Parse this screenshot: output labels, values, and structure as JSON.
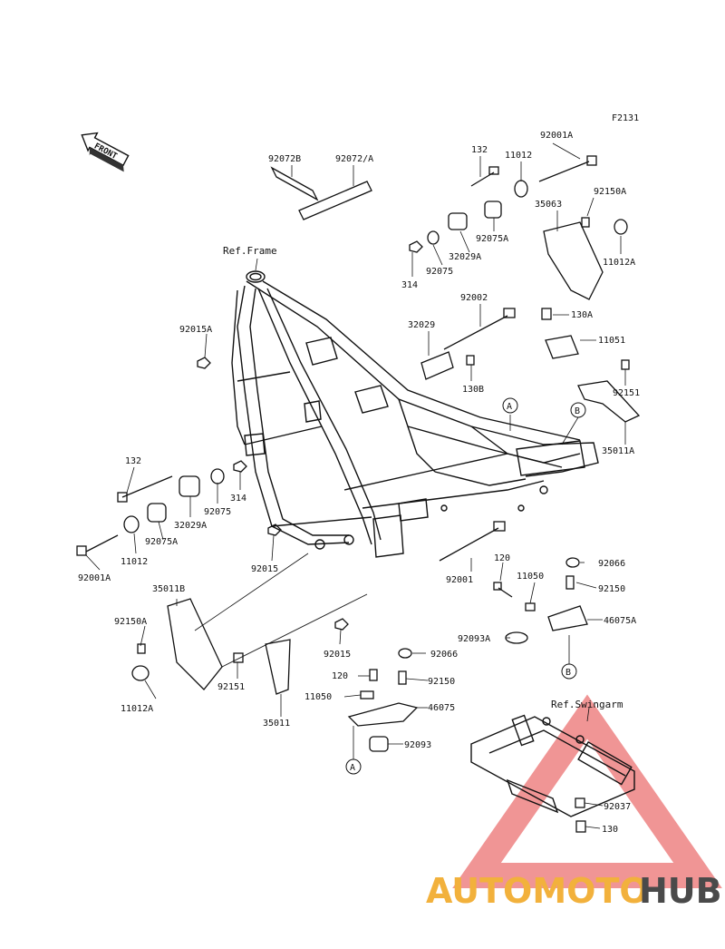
{
  "diagram_code": "F2131",
  "front_label": "FRONT",
  "refs": {
    "frame": "Ref.Frame",
    "swingarm": "Ref.Swingarm"
  },
  "callouts": {
    "a": "A",
    "b": "B"
  },
  "parts": [
    "92072B",
    "92072/A",
    "132",
    "11012",
    "92001A",
    "92150A",
    "35063",
    "11012A",
    "92075A",
    "32029A",
    "92075",
    "314",
    "92002",
    "130A",
    "32029",
    "11051",
    "130B",
    "92151",
    "35011A",
    "92015A",
    "132",
    "92075",
    "314",
    "32029A",
    "92075A",
    "11012",
    "92001A",
    "92015",
    "92001",
    "120",
    "11050",
    "92066",
    "92150",
    "46075A",
    "35011B",
    "92150A",
    "92093A",
    "11012A",
    "92151",
    "35011",
    "92015",
    "92066",
    "120",
    "92150",
    "11050",
    "46075",
    "92093",
    "92037",
    "130"
  ],
  "watermark": {
    "part1": "AUTOMOTO",
    "part2": "HUB",
    "color1": "#f2b13c",
    "color2": "#4a4a4a",
    "triangle_color": "#e85a5a"
  }
}
